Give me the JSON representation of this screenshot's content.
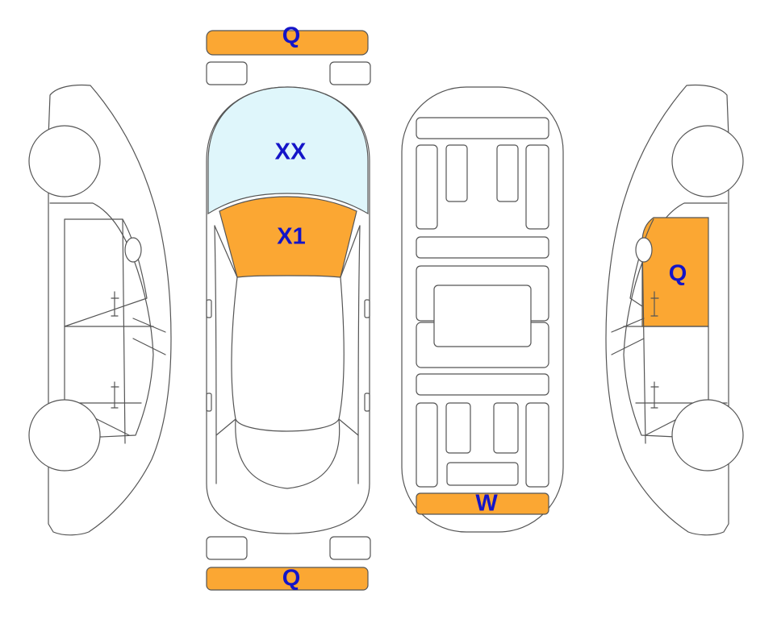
{
  "colors": {
    "damage": "#FBA733",
    "glass": "#DFF6FB",
    "label": "#1414C8",
    "stroke": "#555555"
  },
  "zones": {
    "front_bumper": {
      "label": "Q"
    },
    "windshield": {
      "label": "XX"
    },
    "hood": {
      "label": "X1"
    },
    "rear_bumper": {
      "label": "Q"
    },
    "underbody_rear": {
      "label": "W"
    },
    "right_front_door": {
      "label": "Q"
    }
  }
}
